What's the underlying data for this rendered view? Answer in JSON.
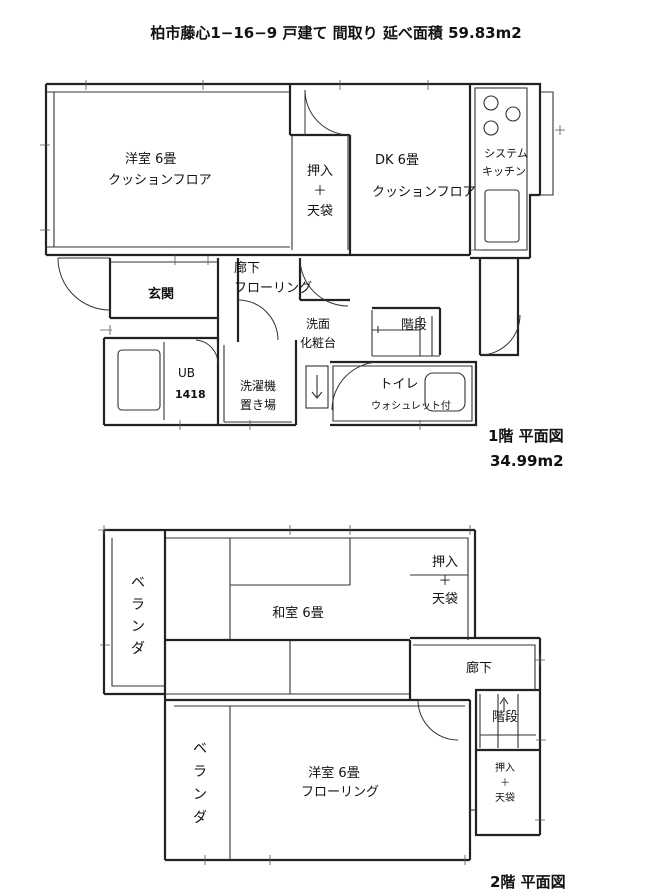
{
  "title": "柏市藤心1−16−9 戸建て 間取り 延べ面積 59.83m2",
  "floor1": {
    "label": "1階 平面図",
    "area": "34.99m2",
    "rooms": {
      "youshitsu": [
        "洋室 6畳",
        "クッションフロア"
      ],
      "oshiire": [
        "押入",
        "＋",
        "天袋"
      ],
      "dk": [
        "DK 6畳",
        "クッションフロア"
      ],
      "kitchen": [
        "システム",
        "キッチン"
      ],
      "genkan": "玄関",
      "rouka": [
        "廊下",
        "フローリング"
      ],
      "senmen": [
        "洗面",
        "化粧台"
      ],
      "kaidan": "階段",
      "ub": [
        "UB",
        "1418"
      ],
      "sentakuki": [
        "洗濯機",
        "置き場"
      ],
      "toilet": [
        "トイレ",
        "ウォシュレット付"
      ]
    }
  },
  "floor2": {
    "label": "2階 平面図",
    "rooms": {
      "veranda1": [
        "ベ",
        "ラ",
        "ン",
        "ダ"
      ],
      "washitsu": "和室 6畳",
      "oshiire1": [
        "押入",
        "＋",
        "天袋"
      ],
      "rouka": "廊下",
      "kaidan": "階段",
      "veranda2": [
        "ベ",
        "ラ",
        "ン",
        "ダ"
      ],
      "youshitsu": [
        "洋室 6畳",
        "フローリング"
      ],
      "oshiire2": [
        "押入",
        "＋",
        "天袋"
      ]
    }
  }
}
